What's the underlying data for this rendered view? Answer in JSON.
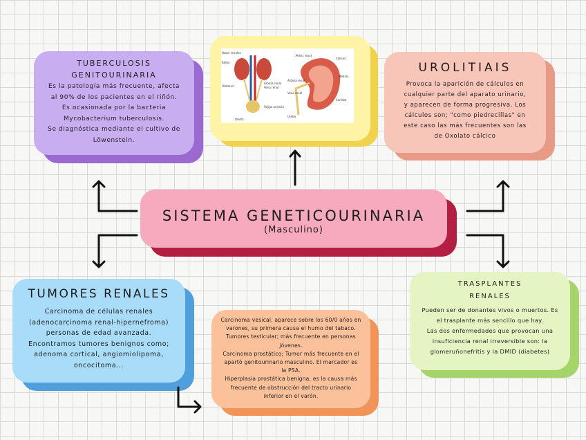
{
  "central": {
    "title": "SISTEMA GENETICOURINARIA",
    "subtitle": "(Masculino)"
  },
  "tuberculosis": {
    "title_line1": "TUBERCULOSIS",
    "title_line2": "GENITOURINARIA",
    "body": [
      "Es la patología más frecuente, afecta",
      "al 90% de los pacientes en el riñón.",
      "Es ocasionada por la bacteria",
      "Mycobacterium tuberculosis.",
      "Se diagnóstica mediante el cultivo de",
      "Löwenstein."
    ]
  },
  "urolitiais": {
    "title": "UROLITIAIS",
    "body": [
      "Provoca la aparición de cálculos en",
      "cualquier parte del aparato urinario,",
      "y aparecen de forma progresiva. Los",
      "cálculos son; \"como piedrecillas\" en",
      "este caso las más frecuentes son las",
      "de Oxolato cálcico"
    ]
  },
  "tumores": {
    "title": "TUMORES RENALES",
    "body": [
      "Carcinoma de células renales",
      "(adenocarcinoma renal-hipernefroma)",
      "personas de edad avanzada.",
      "Encontramos tumores benignos como;",
      "adenoma cortical, angiomiolipoma,",
      "oncocitoma..."
    ]
  },
  "trasplantes": {
    "title_line1": "TRASPLANTES",
    "title_line2": "RENALES",
    "body": [
      "Pueden ser de donantes vivos o muertos. Es",
      "el trasplante más sencillo que hay.",
      "Las dos enfermedades que provocan una",
      "insuficiencia renal irreversible son: la",
      "glomeruñonefritis y la DMID (diabetes)"
    ]
  },
  "carcinoma": {
    "body": [
      "Carcinoma vesical, aparece sobre los 60/0 años en",
      "varones, su primera causa el humo del tabaco.",
      "Tumores testicular; más frecuente en personas",
      "jóvenes.",
      "Carcinoma prostático; Tumor más frecuente en el",
      "apartó genitourinario masculino. El marcador es",
      "la PSA.",
      "Hiperplasia prostática benigna, es la causa más",
      "frecuente de obstrucción del tracto urinario",
      "inferior en el varón."
    ]
  },
  "diagram": {
    "labels_left": [
      "Vasos renales",
      "Riñón",
      "Uréteres",
      "Arteria renal",
      "Vena renal",
      "Vejiga urinaria",
      "Uretra"
    ],
    "labels_right": [
      "Pelvis renal",
      "Cálices",
      "Médula",
      "Corteza",
      "Uréter",
      "Arteria renal",
      "Vena renal"
    ]
  },
  "colors": {
    "purple": "#c8aef0",
    "purple_shadow": "#9a6ad0",
    "yellow": "#fff3a6",
    "yellow_shadow": "#f2d24a",
    "salmon": "#f8c6b8",
    "salmon_shadow": "#e79a86",
    "pink": "#f7a9bd",
    "pink_shadow": "#b41e42",
    "blue": "#a9dcf8",
    "blue_shadow": "#4f9fdc",
    "orange": "#fbc19b",
    "orange_shadow": "#f29357",
    "green": "#e4f5c3",
    "green_shadow": "#a5d56a"
  }
}
